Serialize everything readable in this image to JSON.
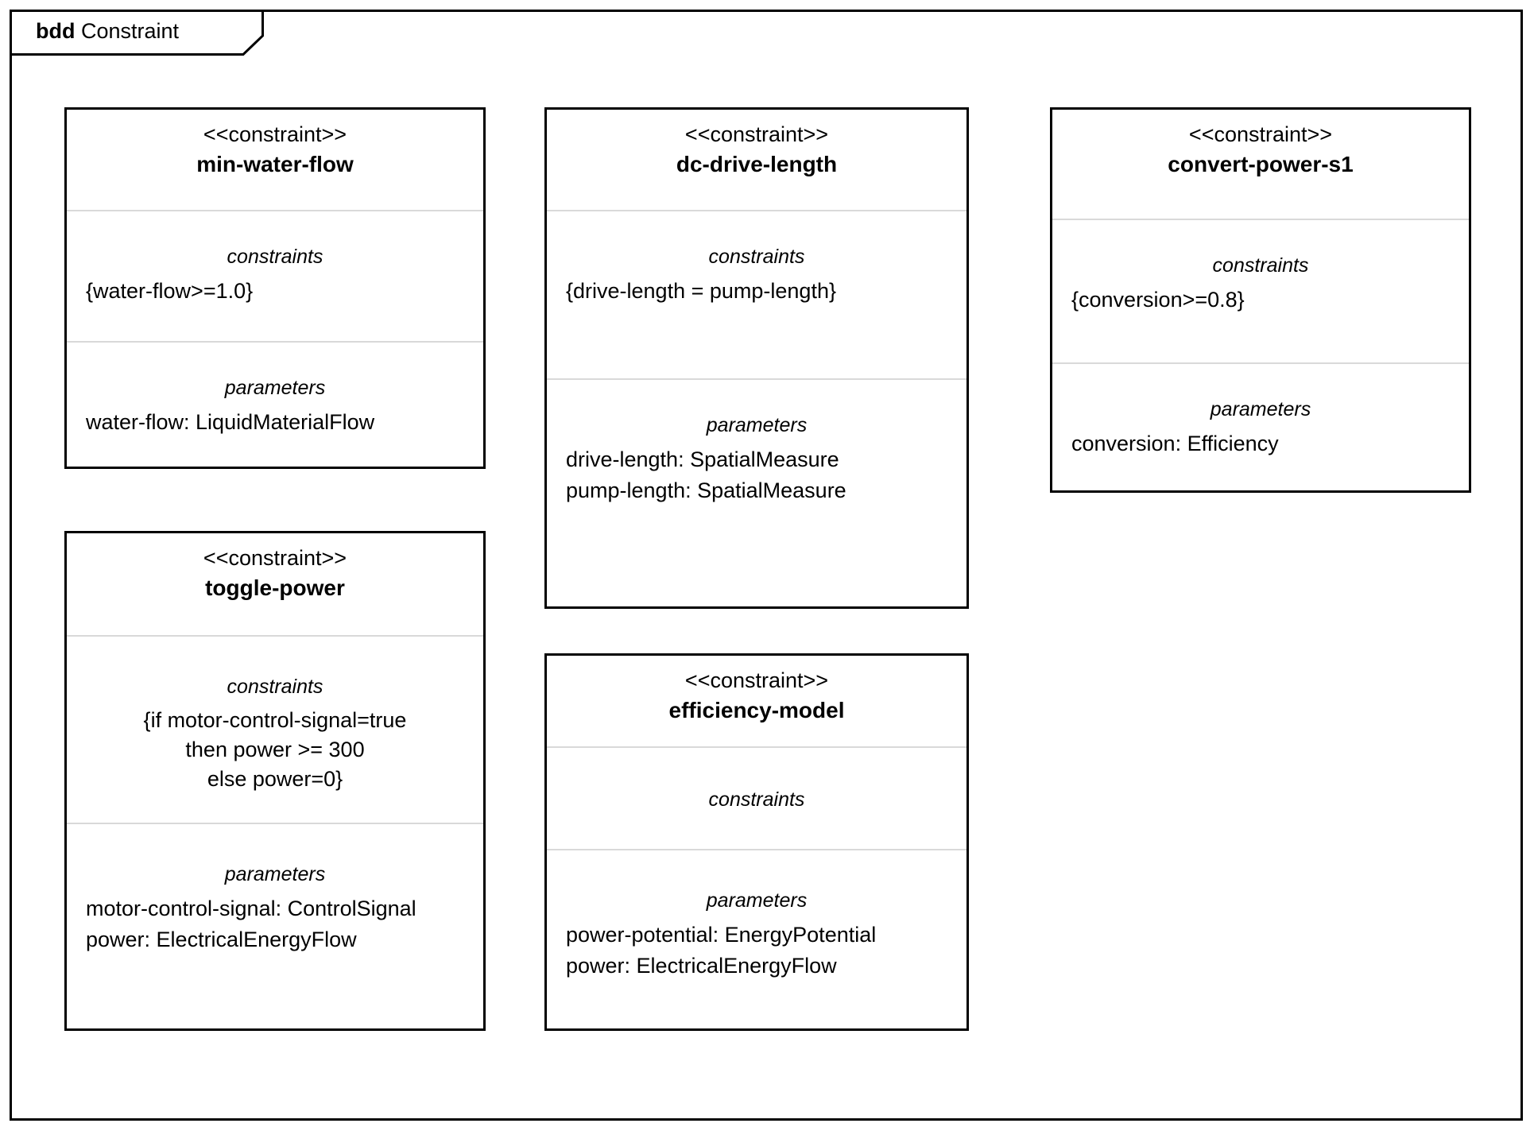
{
  "diagram": {
    "frame_keyword": "bdd",
    "frame_name": " Constraint",
    "border_color": "#000000",
    "divider_color": "#d9d9d9",
    "background_color": "#ffffff"
  },
  "blocks": [
    {
      "stereotype": "<<constraint>>",
      "name": "min-water-flow",
      "constraints_label": "constraints",
      "constraints": [
        "{water-flow>=1.0}"
      ],
      "parameters_label": "parameters",
      "parameters": [
        "water-flow: LiquidMaterialFlow"
      ]
    },
    {
      "stereotype": "<<constraint>>",
      "name": "dc-drive-length",
      "constraints_label": "constraints",
      "constraints": [
        "{drive-length = pump-length}"
      ],
      "parameters_label": "parameters",
      "parameters": [
        "drive-length: SpatialMeasure",
        "pump-length: SpatialMeasure"
      ]
    },
    {
      "stereotype": "<<constraint>>",
      "name": "convert-power-s1",
      "constraints_label": "constraints",
      "constraints": [
        "{conversion>=0.8}"
      ],
      "parameters_label": "parameters",
      "parameters": [
        "conversion: Efficiency"
      ]
    },
    {
      "stereotype": "<<constraint>>",
      "name": "toggle-power",
      "constraints_label": "constraints",
      "constraints": [
        "{if motor-control-signal=true",
        "then power >= 300",
        "else power=0}"
      ],
      "parameters_label": "parameters",
      "parameters": [
        "motor-control-signal: ControlSignal",
        "power: ElectricalEnergyFlow"
      ]
    },
    {
      "stereotype": "<<constraint>>",
      "name": "efficiency-model",
      "constraints_label": "constraints",
      "constraints": [],
      "parameters_label": "parameters",
      "parameters": [
        "power-potential: EnergyPotential",
        "power: ElectricalEnergyFlow"
      ]
    }
  ]
}
